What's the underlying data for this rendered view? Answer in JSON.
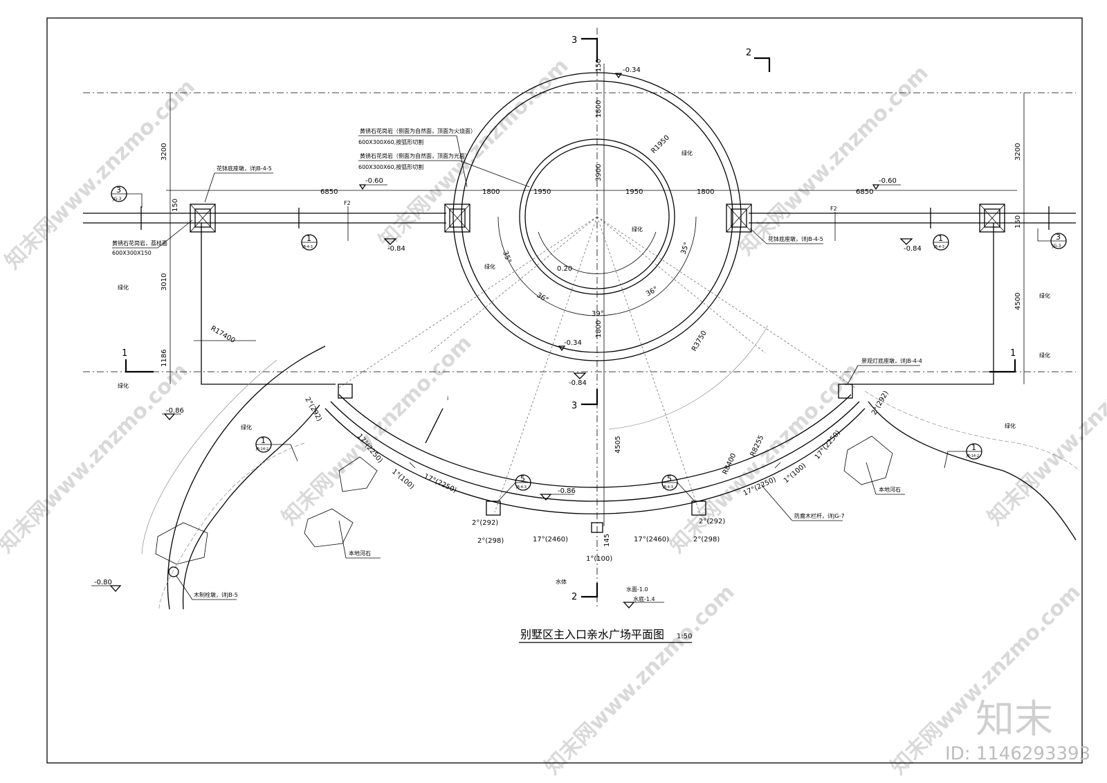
{
  "title": "别墅区主入口亲水广场平面图",
  "scale": "1:50",
  "brand": "知末",
  "id_label": "ID: 1146293393",
  "watermark": "知末网www.znzmo.com",
  "section_marks": {
    "s1": "1",
    "s2": "2",
    "s3": "3"
  },
  "dimensions": {
    "d150_top": "150",
    "d1800_a": "1800",
    "d3900": "3900",
    "d1800_b": "1800",
    "d4505": "4505",
    "d3200_l": "3200",
    "d3010": "3010",
    "d1186": "1186",
    "d150_l": "150",
    "d3200_r": "3200",
    "d4500": "4500",
    "d150_r": "150",
    "d6850_l": "6850",
    "d1800_l": "1800",
    "d1950_l": "1950",
    "d1950_r": "1950",
    "d1800_r": "1800",
    "d6850_r": "6850",
    "r1950": "R1950",
    "r3750": "R3750",
    "r17400": "R17400",
    "r8400": "R8400",
    "r8255": "R8255",
    "a35_l": "35°",
    "a35_r": "35°",
    "a36_l": "36°",
    "a36_r": "36°",
    "a39": "39°",
    "seg_2292_l": "2°(292)",
    "seg_2292_r": "2°(292)",
    "seg_172250_l1": "17°(2250)",
    "seg_172250_l2": "17°(2250)",
    "seg_172250_r1": "17°(2250)",
    "seg_172250_r2": "17°(2250)",
    "seg_1100_l": "1°(100)",
    "seg_1100_r": "1°(100)",
    "seg_1100_b": "1°(100)",
    "seg_2292_lb": "2°(292)",
    "seg_2298_lb": "2°(298)",
    "seg_2292_rb": "2°(292)",
    "seg_2298_rb": "2°(298)",
    "seg_172460_l": "17°(2460)",
    "seg_172460_r": "17°(2460)",
    "d145": "145"
  },
  "levels": {
    "top_circle": "-0.34",
    "bottom_circle": "-0.34",
    "center": "0.20",
    "walk_left": "-0.60",
    "walk_right": "-0.60",
    "low_left": "-0.84",
    "low_right": "-0.84",
    "low_center": "-0.84",
    "path_left": "-0.86",
    "path_left_low": "-0.80",
    "arc_center": "-0.86",
    "water_surface": "水面-1.0",
    "water_bottom": "水底-1.4"
  },
  "labels": {
    "green": "绿化",
    "water": "水体",
    "f2": "F2",
    "granite_side_1": "黄锈石花岗岩（侧面为自然面，顶面为火烧面）",
    "granite_size_1": "600X300X60,按弧形切割",
    "granite_side_2": "黄锈石花岗岩（侧面为自然面，顶面为光面）",
    "granite_size_2": "600X300X60,按弧形切割",
    "planter_left": "花钵底座墩，详JB-4-5",
    "planter_right": "花钵底座墩，详JB-4-5",
    "granite_cap": "黄锈石花岗岩，荔枝面",
    "granite_cap_size": "600X300X150",
    "lamp_base": "景观灯底座墩，详JB-4-4",
    "railing": "防腐木栏杆，详JG-7",
    "wood_pile": "木制栓墩，详JB-5",
    "river_stone_l": "本地河石",
    "river_stone_r": "本地河石",
    "arrow_i": "i"
  },
  "refs": {
    "ref3_l": {
      "num": "3",
      "sheet": "JG-3"
    },
    "ref3_r": {
      "num": "3",
      "sheet": "JG-3"
    },
    "ref1_l": {
      "num": "1",
      "sheet": "JB-4-3"
    },
    "ref1_r": {
      "num": "1",
      "sheet": "JB-4-3"
    },
    "ref1_path_l": {
      "num": "1",
      "sheet": "JB-14-2"
    },
    "ref1_path_r": {
      "num": "1",
      "sheet": "JB-14-2"
    },
    "ref5_l": {
      "num": "5",
      "sheet": "JB-4-3"
    },
    "ref5_r": {
      "num": "5",
      "sheet": "JB-4-3"
    }
  }
}
